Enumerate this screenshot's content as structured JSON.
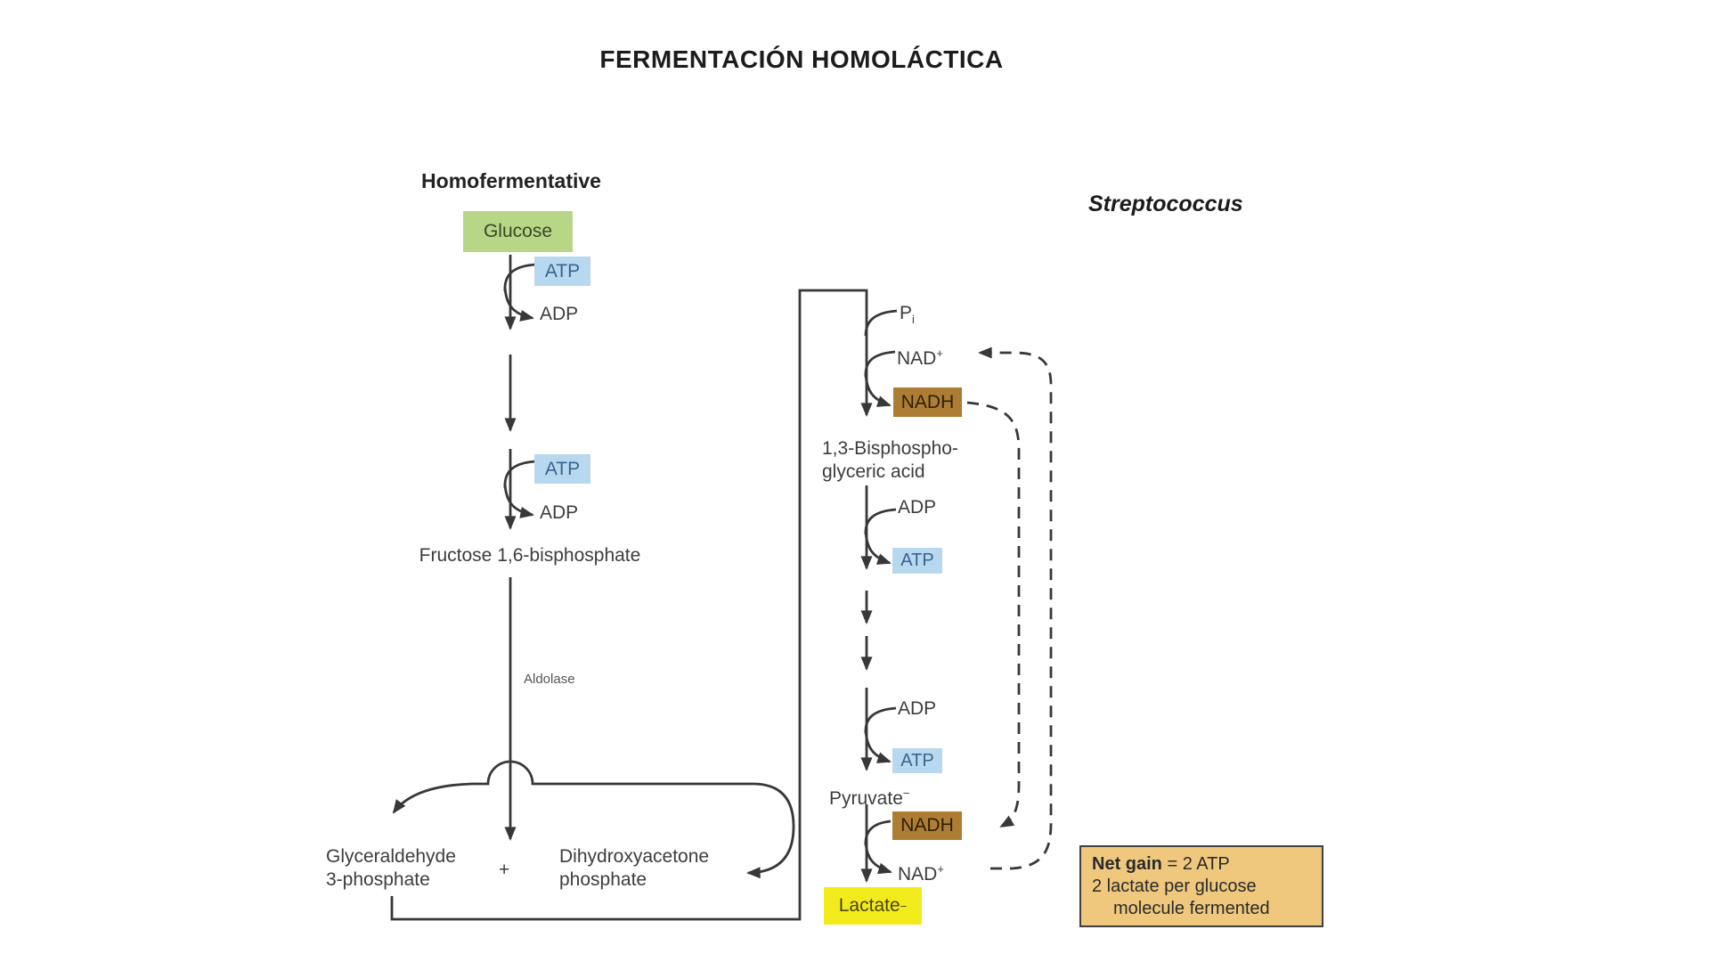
{
  "title": "FERMENTACIÓN HOMOLÁCTICA",
  "left_pathway": {
    "heading": "Homofermentative",
    "glucose_label": "Glucose",
    "step1_in": "ATP",
    "step1_out": "ADP",
    "step2_in": "ATP",
    "step2_out": "ADP",
    "fructose_label": "Fructose 1,6-bisphosphate",
    "enzyme_label": "Aldolase",
    "g3p_line1": "Glyceraldehyde",
    "g3p_line2": "3-phosphate",
    "plus_sign": "+",
    "dhap_line1": "Dihydroxyacetone",
    "dhap_line2": "phosphate"
  },
  "right_pathway": {
    "organism_label": "Streptococcus",
    "pi_base": "P",
    "pi_subscript": "i",
    "nad_top_base": "NAD",
    "nad_top_superscript": "+",
    "nadh_top_label": "NADH",
    "bpg_line1": "1,3-Bisphospho-",
    "bpg_line2": "glyceric acid",
    "step1_in": "ADP",
    "step1_out": "ATP",
    "step2_in": "ADP",
    "step2_out": "ATP",
    "pyruvate_base": "Pyruvate",
    "pyruvate_superscript": "−",
    "nadh_bottom_label": "NADH",
    "nad_bottom_base": "NAD",
    "nad_bottom_superscript": "+",
    "lactate_base": "Lactate",
    "lactate_superscript": "−"
  },
  "net_gain_box": {
    "line1_bold": "Net gain",
    "line1_rest": " = 2 ATP",
    "line2": "2 lactate per glucose",
    "line3": "molecule fermented"
  },
  "colors": {
    "glucose_green": "#b7d787",
    "atp_blue": "#b8d8f0",
    "nadh_brown": "#ad7d35",
    "lactate_yellow": "#f2eb1c",
    "net_gain_tan": "#efc87d",
    "line_dark": "#383838"
  }
}
